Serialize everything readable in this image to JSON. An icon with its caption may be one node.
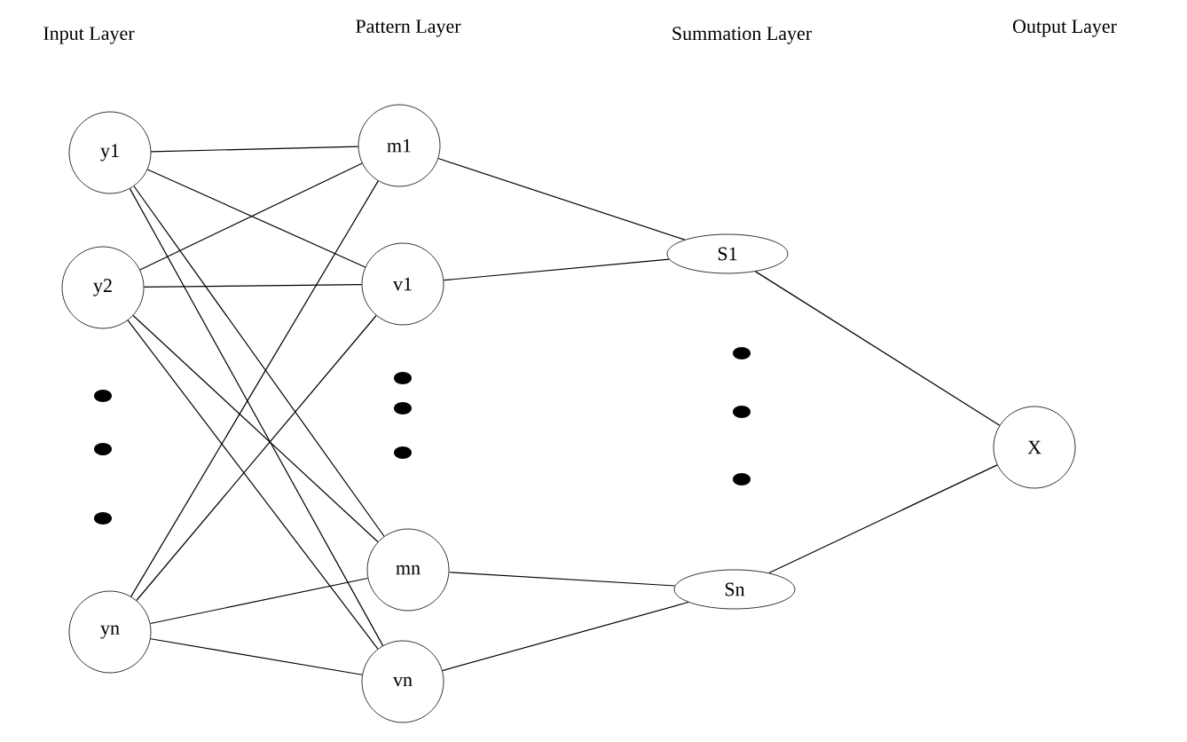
{
  "diagram": {
    "nodes": [
      {
        "text": [
          "y1"
        ]
      },
      {
        "text": [
          "y2"
        ]
      },
      {
        "text": [
          "yn"
        ]
      },
      {
        "text": [
          "m1"
        ]
      },
      {
        "text": [
          "v1"
        ]
      },
      {
        "text": [
          "mn"
        ]
      },
      {
        "text": [
          "vn"
        ]
      },
      {
        "text": [
          "S1"
        ]
      },
      {
        "text": [
          "Sn"
        ]
      },
      {
        "text": [
          "X"
        ]
      }
    ],
    "edges": [
      {
        "from": 0,
        "to": 3,
        "arrow": "none"
      },
      {
        "from": 0,
        "to": 4,
        "arrow": "none"
      },
      {
        "from": 0,
        "to": 5,
        "arrow": "none"
      },
      {
        "from": 0,
        "to": 6,
        "arrow": "none"
      },
      {
        "from": 1,
        "to": 3,
        "arrow": "none"
      },
      {
        "from": 1,
        "to": 4,
        "arrow": "none"
      },
      {
        "from": 1,
        "to": 5,
        "arrow": "none"
      },
      {
        "from": 1,
        "to": 6,
        "arrow": "none"
      },
      {
        "from": 2,
        "to": 3,
        "arrow": "none"
      },
      {
        "from": 2,
        "to": 4,
        "arrow": "none"
      },
      {
        "from": 2,
        "to": 5,
        "arrow": "none"
      },
      {
        "from": 2,
        "to": 6,
        "arrow": "none"
      },
      {
        "from": 3,
        "to": 7,
        "arrow": "none"
      },
      {
        "from": 4,
        "to": 7,
        "arrow": "none"
      },
      {
        "from": 5,
        "to": 8,
        "arrow": "none"
      },
      {
        "from": 6,
        "to": 8,
        "arrow": "none"
      },
      {
        "from": 7,
        "to": 9,
        "arrow": "none"
      },
      {
        "from": 8,
        "to": 9,
        "arrow": "none"
      }
    ],
    "labels": [
      "Input Layer",
      "Pattern Layer",
      "Summation Layer",
      "Output Layer"
    ]
  }
}
